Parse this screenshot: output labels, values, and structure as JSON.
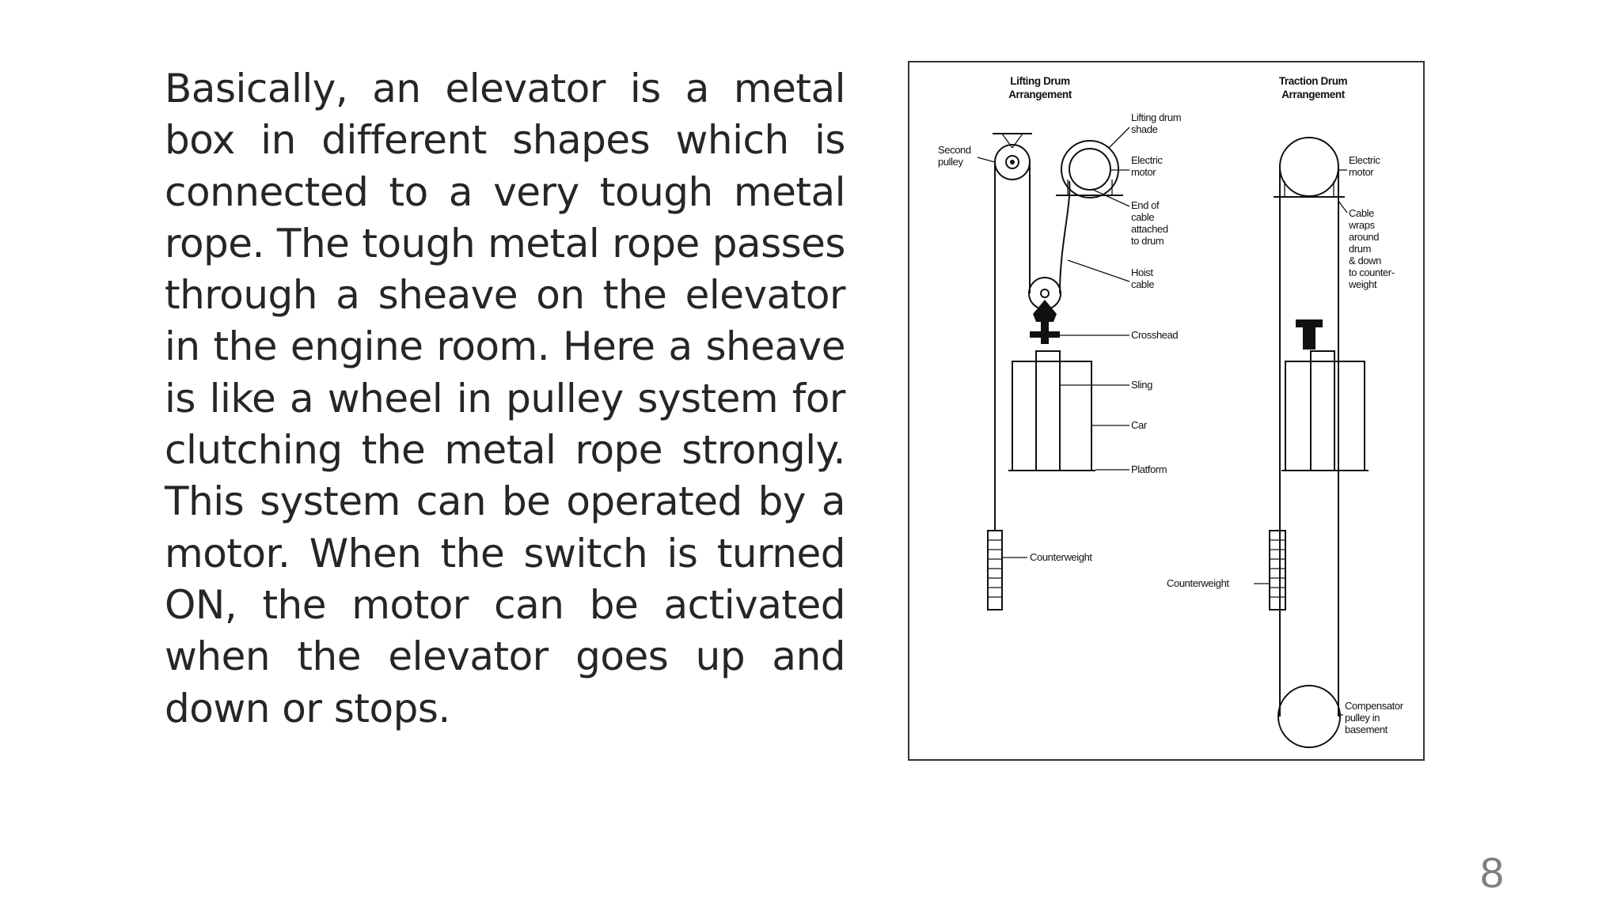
{
  "slide": {
    "body_text": "Basically, an elevator is a metal box in different shapes which is connected to a very tough metal rope. The tough metal rope passes through a sheave on the elevator in the engine room. Here a sheave is like a wheel in pulley system for clutching the metal rope strongly. This system can be operated by a motor. When the switch is turned ON, the motor can be activated when the elevator goes up and down or stops.",
    "page_number": "8"
  },
  "figure": {
    "lifting_drum": {
      "title_line1": "Lifting Drum",
      "title_line2": "Arrangement",
      "labels": {
        "second_pulley_1": "Second",
        "second_pulley_2": "pulley",
        "lifting_drum_shade_1": "Lifting drum",
        "lifting_drum_shade_2": "shade",
        "electric_motor_1": "Electric",
        "electric_motor_2": "motor",
        "end_of_cable_1": "End of",
        "end_of_cable_2": "cable",
        "end_of_cable_3": "attached",
        "end_of_cable_4": "to drum",
        "hoist_cable_1": "Hoist",
        "hoist_cable_2": "cable",
        "crosshead": "Crosshead",
        "sling": "Sling",
        "car": "Car",
        "platform": "Platform",
        "counterweight": "Counterweight"
      }
    },
    "traction_drum": {
      "title_line1": "Traction Drum",
      "title_line2": "Arrangement",
      "labels": {
        "electric_motor_1": "Electric",
        "electric_motor_2": "motor",
        "cable_wraps_1": "Cable",
        "cable_wraps_2": "wraps",
        "cable_wraps_3": "around",
        "cable_wraps_4": "drum",
        "cable_wraps_5": "& down",
        "cable_wraps_6": "to counter-",
        "cable_wraps_7": "weight",
        "counterweight": "Counterweight",
        "compensator_1": "Compensator",
        "compensator_2": "pulley in",
        "compensator_3": "basement"
      }
    }
  }
}
